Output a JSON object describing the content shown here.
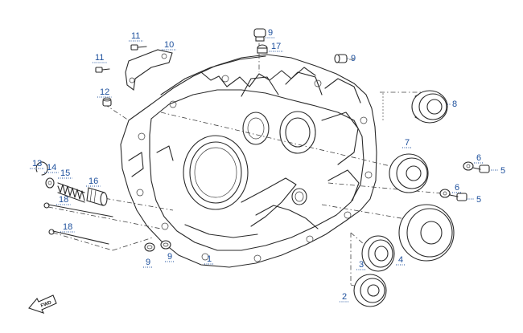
{
  "diagram": {
    "callouts": [
      {
        "id": "c1",
        "number": "1"
      },
      {
        "id": "c2",
        "number": "2"
      },
      {
        "id": "c3",
        "number": "3"
      },
      {
        "id": "c4",
        "number": "4"
      },
      {
        "id": "c5a",
        "number": "5"
      },
      {
        "id": "c5b",
        "number": "5"
      },
      {
        "id": "c6a",
        "number": "6"
      },
      {
        "id": "c6b",
        "number": "6"
      },
      {
        "id": "c7",
        "number": "7"
      },
      {
        "id": "c8",
        "number": "8"
      },
      {
        "id": "c9a",
        "number": "9"
      },
      {
        "id": "c9b",
        "number": "9"
      },
      {
        "id": "c9c",
        "number": "9"
      },
      {
        "id": "c9d",
        "number": "9"
      },
      {
        "id": "c10",
        "number": "10"
      },
      {
        "id": "c11a",
        "number": "11"
      },
      {
        "id": "c11b",
        "number": "11"
      },
      {
        "id": "c12",
        "number": "12"
      },
      {
        "id": "c13",
        "number": "13"
      },
      {
        "id": "c14",
        "number": "14"
      },
      {
        "id": "c15",
        "number": "15"
      },
      {
        "id": "c16",
        "number": "16"
      },
      {
        "id": "c17",
        "number": "17"
      },
      {
        "id": "c18a",
        "number": "18"
      },
      {
        "id": "c18b",
        "number": "18"
      }
    ],
    "fwd_label": "FWD"
  }
}
